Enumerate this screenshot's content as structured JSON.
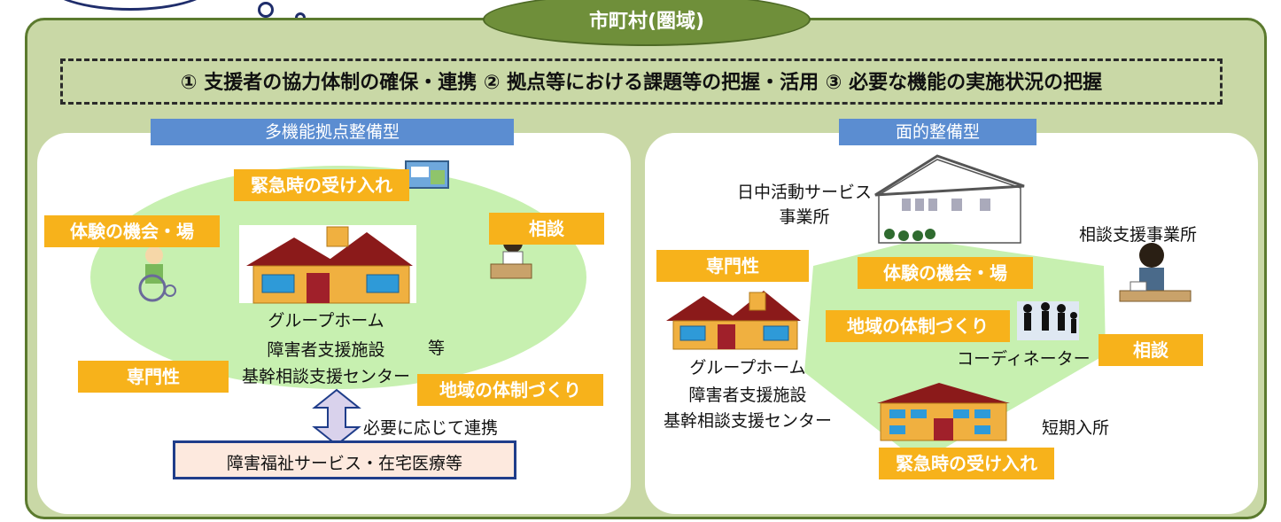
{
  "header": {
    "title": "市町村(圏域)"
  },
  "goals": {
    "text": "① 支援者の協力体制の確保・連携 ② 拠点等における課題等の把握・活用 ③ 必要な機能の実施状況の把握"
  },
  "left": {
    "title": "多機能拠点整備型",
    "tags": {
      "emergency": "緊急時の受け入れ",
      "experience": "体験の機会・場",
      "consultation": "相談",
      "expertise": "専門性",
      "community": "地域の体制づくり"
    },
    "facility_lines": [
      "グループホーム",
      "障害者支援施設",
      "基幹相談支援センター"
    ],
    "etc": "等",
    "link_label": "必要に応じて連携",
    "services_box": "障害福祉サービス・在宅医療等"
  },
  "right": {
    "title": "面的整備型",
    "daytime_lines": [
      "日中活動サービス",
      "事業所"
    ],
    "consult_office": "相談支援事業所",
    "tags": {
      "expertise": "専門性",
      "experience": "体験の機会・場",
      "community": "地域の体制づくり",
      "consultation": "相談",
      "emergency": "緊急時の受け入れ"
    },
    "facility_lines": [
      "グループホーム",
      "障害者支援施設",
      "基幹相談支援センター"
    ],
    "coordinator": "コーディネーター",
    "short_stay": "短期入所"
  },
  "colors": {
    "frame": "#c9d8a6",
    "header": "#6f8f3a",
    "tag": "#f7b21b",
    "panel_title": "#5b8dd1",
    "oval": "#c7f0b0"
  }
}
